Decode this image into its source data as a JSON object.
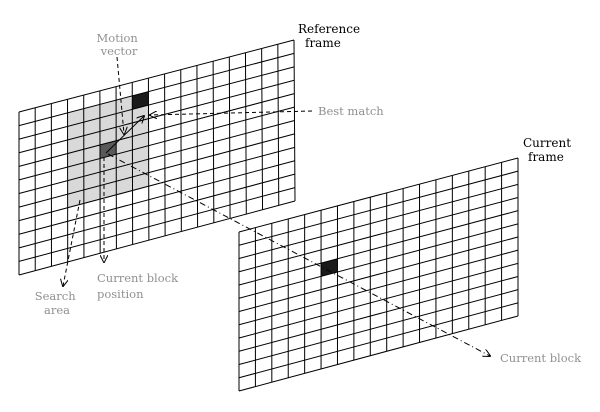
{
  "labels": {
    "reference_frame": [
      "Reference",
      "frame"
    ],
    "current_frame": [
      "Current",
      "frame"
    ],
    "motion_vector": [
      "Motion",
      "vector"
    ],
    "best_match": "Best match",
    "current_block_position": [
      "Current block",
      "position"
    ],
    "search_area": [
      "Search",
      "area"
    ],
    "current_block": "Current block"
  },
  "grids": {
    "reference": {
      "columns": 17,
      "rows": 12
    },
    "current": {
      "columns": 17,
      "rows": 12
    }
  },
  "colors": {
    "grid_line": "#000000",
    "search_area_fill": "#d9d9d9",
    "best_match_block": "#1a1a1a",
    "current_block_position": "#595959",
    "current_block": "#1a1a1a",
    "dark_label": "#000000",
    "gray_label": "#909090"
  }
}
